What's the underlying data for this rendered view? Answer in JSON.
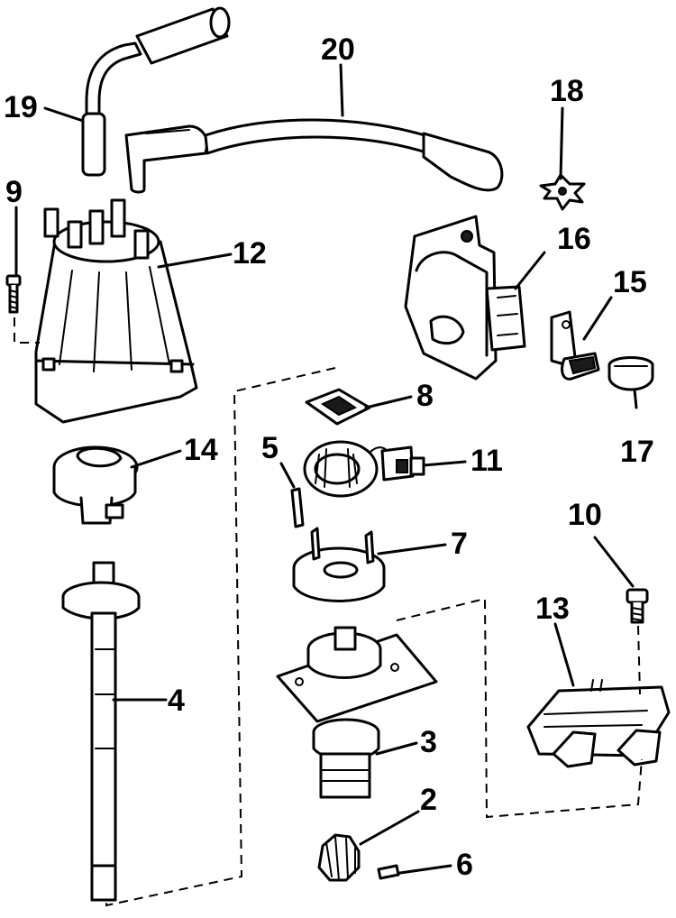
{
  "callouts": {
    "c2": "2",
    "c3": "3",
    "c4": "4",
    "c5": "5",
    "c6": "6",
    "c7": "7",
    "c8": "8",
    "c9": "9",
    "c10": "10",
    "c11": "11",
    "c12": "12",
    "c13": "13",
    "c14": "14",
    "c15": "15",
    "c16": "16",
    "c17": "17",
    "c18": "18",
    "c19": "19",
    "c20": "20"
  }
}
